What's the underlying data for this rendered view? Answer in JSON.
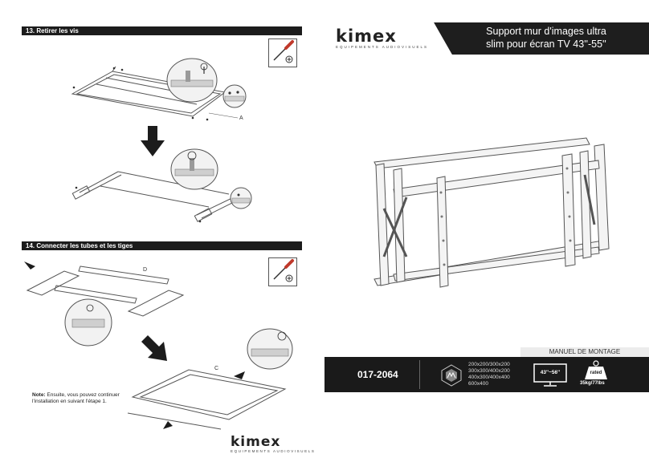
{
  "step13": {
    "title": "13. Retirer les vis",
    "callout": "A"
  },
  "step14": {
    "title": "14. Connecter les tubes et les tiges",
    "callout_d": "D",
    "callout_c": "C"
  },
  "note": {
    "label": "Note:",
    "text": "Ensuite, vous pouvez continuer l'installation en suivant l'étape 1."
  },
  "brand": {
    "name": "kimex",
    "subtitle": "EQUIPEMENTS AUDIOVISUELS"
  },
  "product": {
    "title_line1": "Support mur d'images ultra",
    "title_line2": "slim pour écran TV 43''-55''"
  },
  "manual": {
    "label": "MANUEL DE MONTAGE"
  },
  "specs": {
    "model": "017-2064",
    "vesa_line1": "200x200/300x200",
    "vesa_line2": "300x300/400x200",
    "vesa_line3": "400x300/400x400",
    "vesa_line4": "600x400",
    "screen_size": "43''~56''",
    "rated_label": "rated",
    "weight": "35kg/77lbs"
  },
  "colors": {
    "dark": "#1c1c1c",
    "accent_gray": "#ececec"
  },
  "icons": [
    "screwdriver-icon",
    "phillips-screw-icon",
    "vesa-pattern-icon",
    "tv-screen-icon",
    "weight-icon",
    "arrow-down-icon"
  ]
}
